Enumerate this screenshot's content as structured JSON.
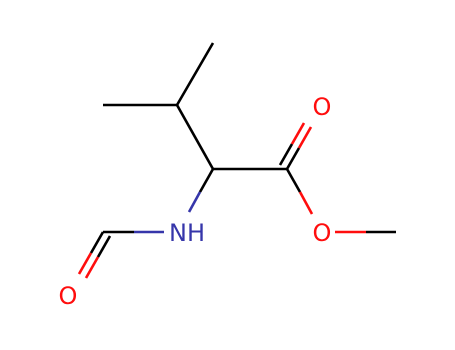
{
  "molecule": {
    "atoms": {
      "O_carbonyl": "O",
      "O_ester": "O",
      "N_amide": "NH",
      "O_formyl": "O"
    },
    "colors": {
      "carbon_bond": "#000000",
      "oxygen": "#ff0d0d",
      "nitrogen": "#3636aa",
      "background": "#ffffff"
    }
  }
}
